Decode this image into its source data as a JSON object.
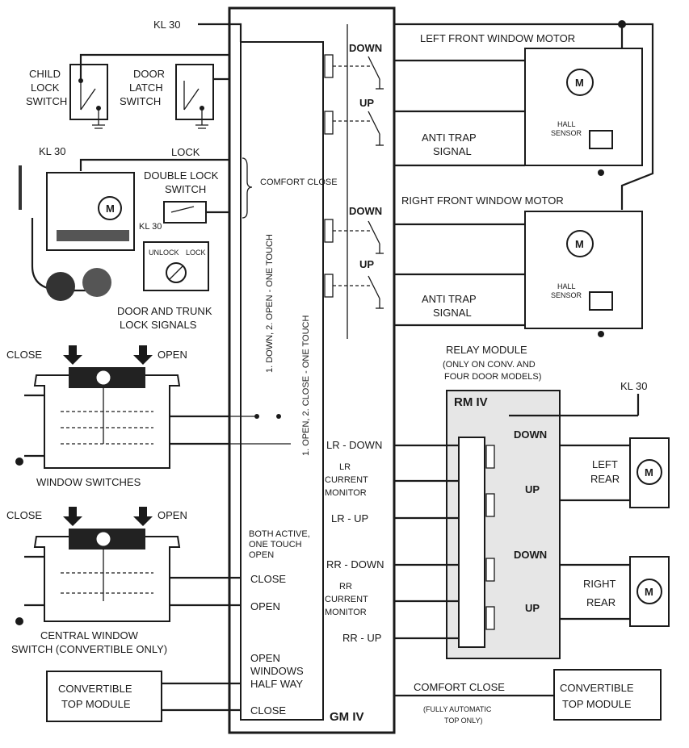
{
  "gm": {
    "title": "GM IV",
    "comfort_close": "COMFORT CLOSE",
    "direction_labels": [
      "1. DOWN, 2. OPEN - ONE TOUCH",
      "1. OPEN, 2. CLOSE - ONE TOUCH"
    ],
    "both_active": [
      "BOTH ACTIVE,",
      "ONE TOUCH",
      "OPEN"
    ],
    "close": "CLOSE",
    "open": "OPEN",
    "open_half": [
      "OPEN",
      "WINDOWS",
      "HALF WAY"
    ],
    "close_bottom": "CLOSE"
  },
  "left_side": {
    "kl30_top": "KL 30",
    "child_lock": [
      "CHILD",
      "LOCK",
      "SWITCH"
    ],
    "door_latch": [
      "DOOR",
      "LATCH",
      "SWITCH"
    ],
    "kl30_lock": "KL 30",
    "lock": "LOCK",
    "double_lock": [
      "DOUBLE LOCK",
      "SWITCH"
    ],
    "kl30_small": "KL 30",
    "unlock": "UNLOCK",
    "lock_small": "LOCK",
    "door_trunk": [
      "DOOR AND TRUNK",
      "LOCK SIGNALS"
    ],
    "close1": "CLOSE",
    "open1": "OPEN",
    "window_switches": "WINDOW SWITCHES",
    "close2": "CLOSE",
    "open2": "OPEN",
    "central_switch": [
      "CENTRAL WINDOW",
      "SWITCH (CONVERTIBLE ONLY)"
    ],
    "convertible_module": [
      "CONVERTIBLE",
      "TOP MODULE"
    ]
  },
  "right_side": {
    "down": "DOWN",
    "up": "UP",
    "left_front_motor": "LEFT FRONT WINDOW MOTOR",
    "right_front_motor": "RIGHT FRONT WINDOW MOTOR",
    "anti_trap": [
      "ANTI TRAP",
      "SIGNAL"
    ],
    "hall_sensor": [
      "HALL",
      "SENSOR"
    ],
    "motor_symbol": "M"
  },
  "relay": {
    "title": [
      "RELAY MODULE",
      "(ONLY ON CONV. AND",
      "FOUR DOOR MODELS)"
    ],
    "kl30": "KL 30",
    "rm_title": "RM IV",
    "lr_down": "LR - DOWN",
    "lr_current": [
      "LR",
      "CURRENT",
      "MONITOR"
    ],
    "lr_up": "LR - UP",
    "rr_down": "RR - DOWN",
    "rr_current": [
      "RR",
      "CURRENT",
      "MONITOR"
    ],
    "rr_up": "RR - UP",
    "down": "DOWN",
    "up": "UP",
    "left_rear": [
      "LEFT",
      "REAR"
    ],
    "right_rear": [
      "RIGHT",
      "REAR"
    ]
  },
  "bottom": {
    "comfort_close": "COMFORT CLOSE",
    "fully_auto": [
      "(FULLY AUTOMATIC",
      "TOP ONLY)"
    ],
    "convertible_module": [
      "CONVERTIBLE",
      "TOP MODULE"
    ]
  }
}
